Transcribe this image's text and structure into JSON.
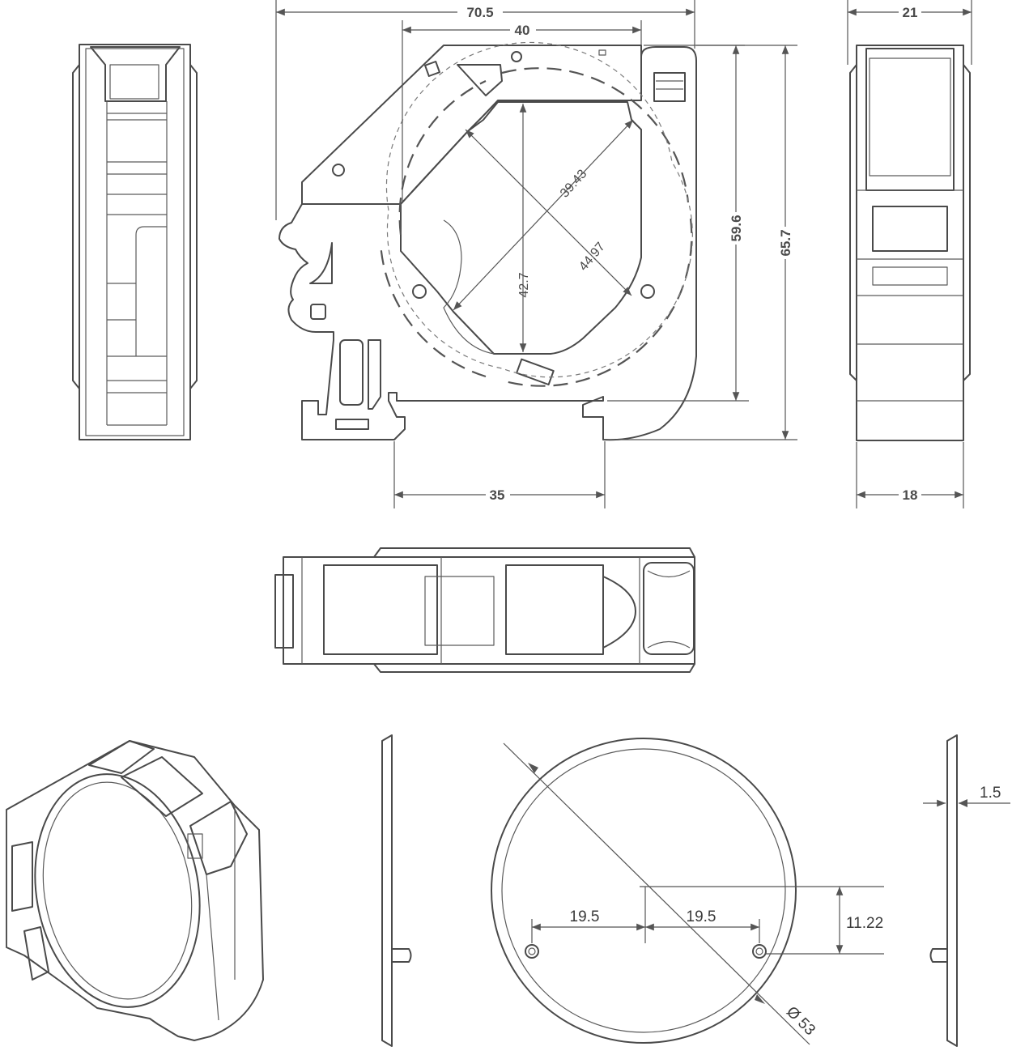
{
  "drawing": {
    "dimensions": {
      "overall_width": "70.5",
      "upper_width": "40",
      "side_depth": "21",
      "side_base_depth": "18",
      "inner_diagonal": "44.97",
      "inner_diagonal_2": "39.43",
      "inner_height": "42.7",
      "height_inner": "59.6",
      "height_overall": "65.7",
      "base_width": "35",
      "plate_thickness": "1.5",
      "hole_offset_left": "19.5",
      "hole_offset_right": "19.5",
      "hole_vertical_offset": "11.22",
      "plate_diameter": "Ø 53"
    },
    "colors": {
      "line": "#4a4a4a",
      "background": "#ffffff",
      "text": "#4a4a4a"
    }
  }
}
